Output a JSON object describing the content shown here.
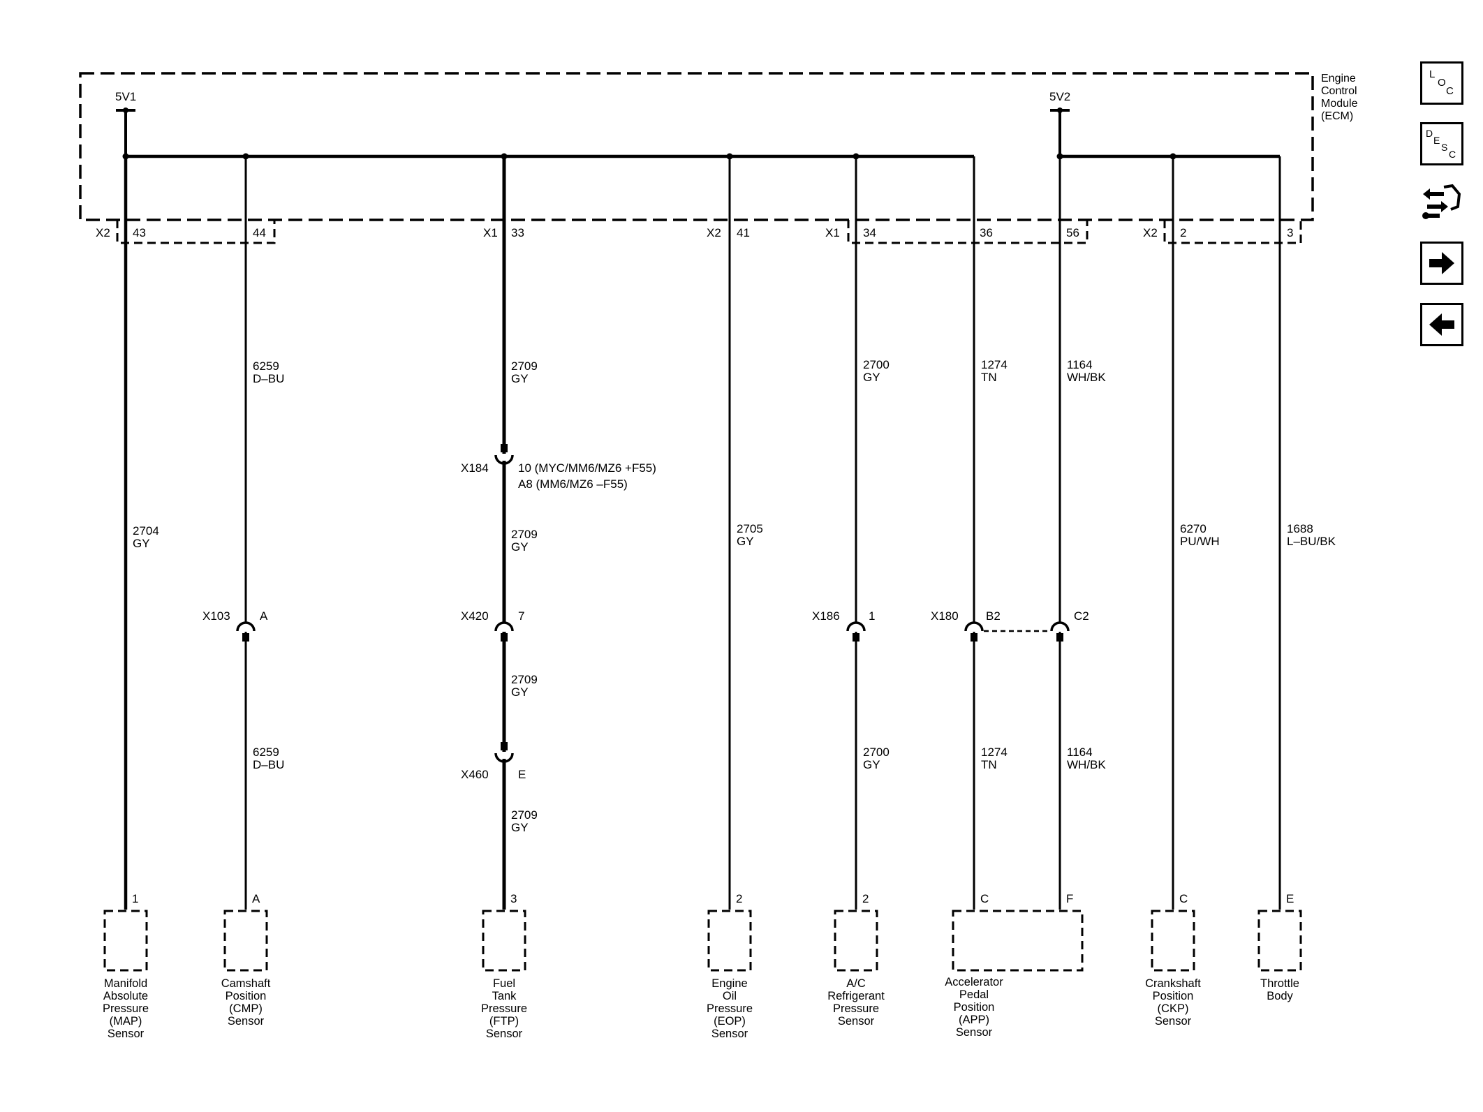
{
  "ecm": {
    "label_lines": [
      "Engine",
      "Control",
      "Module",
      "(ECM)"
    ],
    "supply_1": "5V1",
    "supply_2": "5V2"
  },
  "connectors": [
    {
      "name": "X2",
      "pins": [
        "43",
        "44"
      ]
    },
    {
      "name": "X1",
      "pins": [
        "33"
      ]
    },
    {
      "name": "X2",
      "pins": [
        "41"
      ]
    },
    {
      "name": "X1",
      "pins": [
        "34",
        "36",
        "56"
      ]
    },
    {
      "name": "X2",
      "pins": [
        "2",
        "3"
      ]
    }
  ],
  "wires": [
    {
      "id": "map",
      "circuit_top": "",
      "color_top": "",
      "circuit_mid": "2704",
      "color_mid": "GY",
      "sensor_pin": "1",
      "sensor_lines": [
        "Manifold",
        "Absolute",
        "Pressure",
        "(MAP)",
        "Sensor"
      ]
    },
    {
      "id": "cmp",
      "circuit_top": "6259",
      "color_top": "D–BU",
      "inline": {
        "name": "X103",
        "pin": "A"
      },
      "circuit_bottom": "6259",
      "color_bottom": "D–BU",
      "sensor_pin": "A",
      "sensor_lines": [
        "Camshaft",
        "Position",
        "(CMP)",
        "Sensor"
      ]
    },
    {
      "id": "ftp",
      "segments": [
        {
          "circuit": "2709",
          "color": "GY"
        },
        {
          "circuit": "2709",
          "color": "GY"
        },
        {
          "circuit": "2709",
          "color": "GY"
        },
        {
          "circuit": "2709",
          "color": "GY"
        }
      ],
      "inlines": [
        {
          "name": "X184",
          "pin_lines": [
            "10 (MYC/MM6/MZ6 +F55)",
            "A8 (MM6/MZ6 –F55)"
          ]
        },
        {
          "name": "X420",
          "pin_lines": [
            "7"
          ]
        },
        {
          "name": "X460",
          "pin_lines": [
            "E"
          ]
        }
      ],
      "sensor_pin": "3",
      "sensor_lines": [
        "Fuel",
        "Tank",
        "Pressure",
        "(FTP)",
        "Sensor"
      ]
    },
    {
      "id": "eop",
      "circuit_mid": "2705",
      "color_mid": "GY",
      "sensor_pin": "2",
      "sensor_lines": [
        "Engine",
        "Oil",
        "Pressure",
        "(EOP)",
        "Sensor"
      ]
    },
    {
      "id": "ac",
      "circuit_top": "2700",
      "color_top": "GY",
      "inline": {
        "name": "X186",
        "pin": "1"
      },
      "circuit_bottom": "2700",
      "color_bottom": "GY",
      "sensor_pin": "2",
      "sensor_lines": [
        "A/C",
        "Refrigerant",
        "Pressure",
        "Sensor"
      ]
    },
    {
      "id": "app1",
      "circuit_top": "1274",
      "color_top": "TN",
      "inline": {
        "name": "X180",
        "pin": "B2"
      },
      "circuit_bottom": "1274",
      "color_bottom": "TN",
      "sensor_pin": "C"
    },
    {
      "id": "app2",
      "circuit_top": "1164",
      "color_top": "WH/BK",
      "inline": {
        "name": "",
        "pin": "C2"
      },
      "circuit_bottom": "1164",
      "color_bottom": "WH/BK",
      "sensor_pin": "F",
      "sensor_lines": [
        "Accelerator",
        "Pedal",
        "Position",
        "(APP)",
        "Sensor"
      ]
    },
    {
      "id": "ckp",
      "circuit_mid": "6270",
      "color_mid": "PU/WH",
      "sensor_pin": "C",
      "sensor_lines": [
        "Crankshaft",
        "Position",
        "(CKP)",
        "Sensor"
      ]
    },
    {
      "id": "tb",
      "circuit_mid": "1688",
      "color_mid": "L–BU/BK",
      "sensor_pin": "E",
      "sensor_lines": [
        "Throttle",
        "Body"
      ]
    }
  ],
  "side_icons": [
    {
      "name": "loc-icon",
      "letters": [
        "L",
        "O",
        "C"
      ]
    },
    {
      "name": "desc-icon",
      "letters": [
        "D",
        "E",
        "S",
        "C"
      ]
    },
    {
      "name": "connector-tool-icon"
    },
    {
      "name": "next-arrow-icon"
    },
    {
      "name": "back-arrow-icon"
    }
  ]
}
